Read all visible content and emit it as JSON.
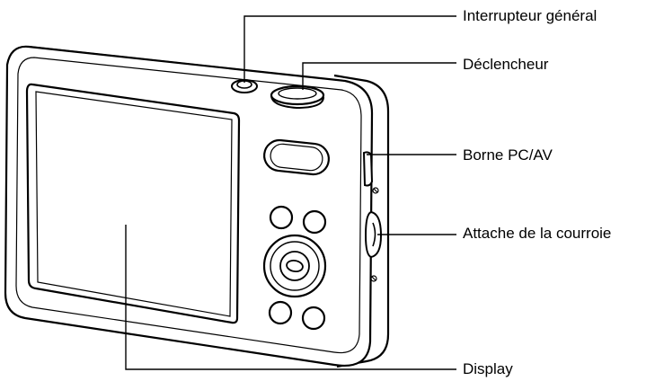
{
  "callouts": {
    "power_switch": "Interrupteur général",
    "shutter_release": "Déclencheur",
    "pc_av_terminal": "Borne PC/AV",
    "strap_lug": "Attache de la courroie",
    "display": "Display"
  }
}
